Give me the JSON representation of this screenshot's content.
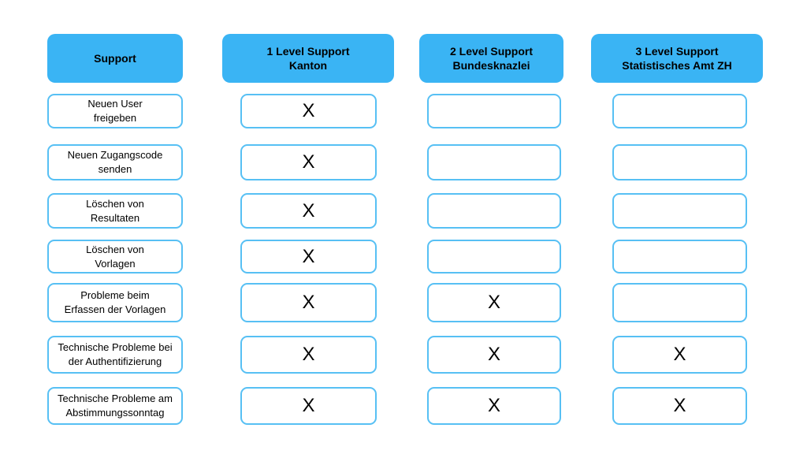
{
  "colors": {
    "header_fill": "#3ab4f4",
    "cell_border": "#57c0f4",
    "text": "#000000",
    "background": "#ffffff"
  },
  "matrix": {
    "headers": [
      {
        "label": "Support"
      },
      {
        "label": "1 Level Support\nKanton"
      },
      {
        "label": "2 Level Support\nBundesknazlei"
      },
      {
        "label": "3 Level Support\nStatistisches Amt ZH"
      }
    ],
    "mark_glyph": "X",
    "rows": [
      {
        "label": "Neuen User\nfreigeben",
        "marks": [
          "X",
          "",
          ""
        ]
      },
      {
        "label": "Neuen Zugangscode\nsenden",
        "marks": [
          "X",
          "",
          ""
        ]
      },
      {
        "label": "Löschen von\nResultaten",
        "marks": [
          "X",
          "",
          ""
        ]
      },
      {
        "label": "Löschen von\nVorlagen",
        "marks": [
          "X",
          "",
          ""
        ]
      },
      {
        "label": "Probleme beim\nErfassen der Vorlagen",
        "marks": [
          "X",
          "X",
          ""
        ]
      },
      {
        "label": "Technische Probleme bei\nder Authentifizierung",
        "marks": [
          "X",
          "X",
          "X"
        ]
      },
      {
        "label": "Technische Probleme am\nAbstimmungssonntag",
        "marks": [
          "X",
          "X",
          "X"
        ]
      }
    ]
  }
}
